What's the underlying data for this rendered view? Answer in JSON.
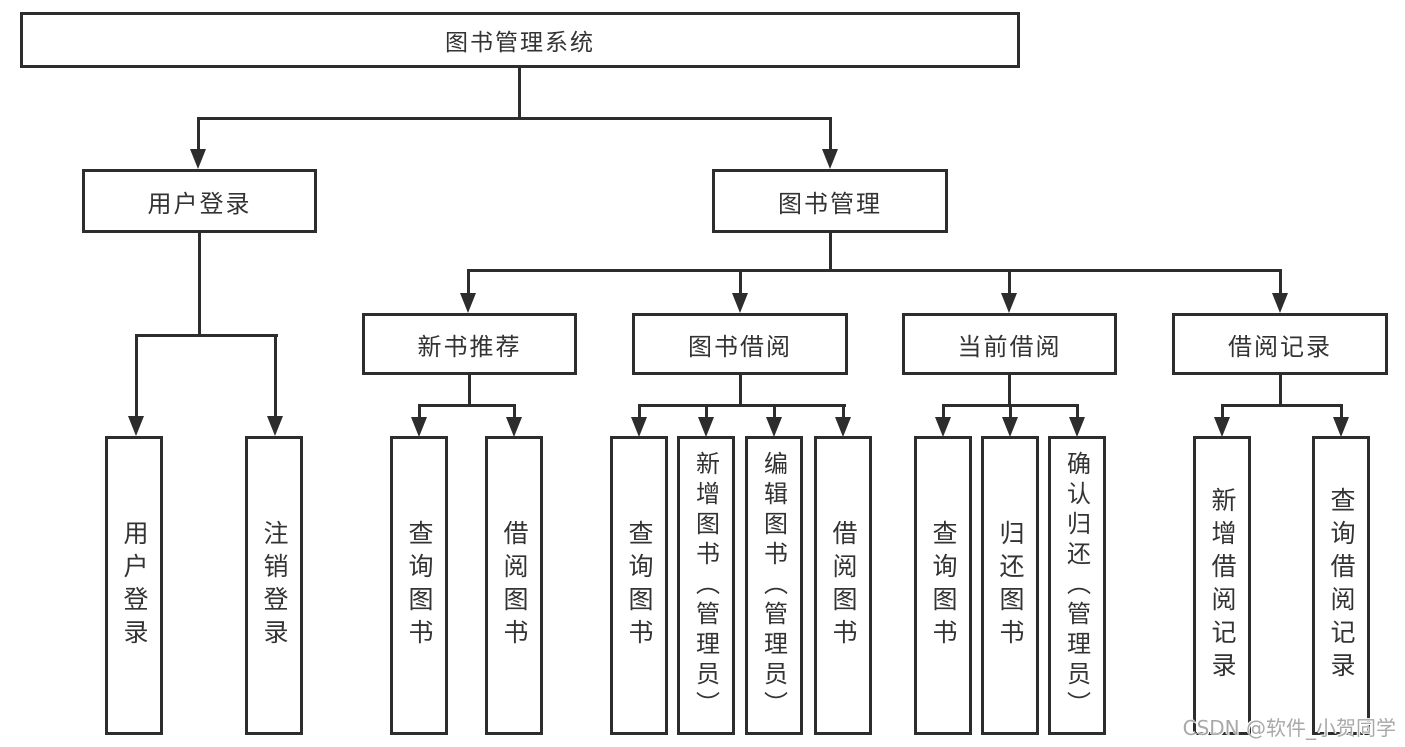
{
  "colors": {
    "line": "#2d2d2d",
    "text": "#333333",
    "background": "#ffffff",
    "watermark": "#a9a9a9"
  },
  "root": {
    "label": "图书管理系统"
  },
  "user": {
    "label": "用户登录",
    "children": [
      "用户登录",
      "注销登录"
    ]
  },
  "mgmt": {
    "label": "图书管理"
  },
  "modules": [
    {
      "label": "新书推荐",
      "children": [
        "查询图书",
        "借阅图书"
      ]
    },
    {
      "label": "图书借阅",
      "children": [
        "查询图书",
        "新增图书（管理员）",
        "编辑图书（管理员）",
        "借阅图书"
      ]
    },
    {
      "label": "当前借阅",
      "children": [
        "查询图书",
        "归还图书",
        "确认归还（管理员）"
      ]
    },
    {
      "label": "借阅记录",
      "children": [
        "新增借阅记录",
        "查询借阅记录"
      ]
    }
  ],
  "watermark": {
    "text": "CSDN @软件_小贺同学"
  }
}
